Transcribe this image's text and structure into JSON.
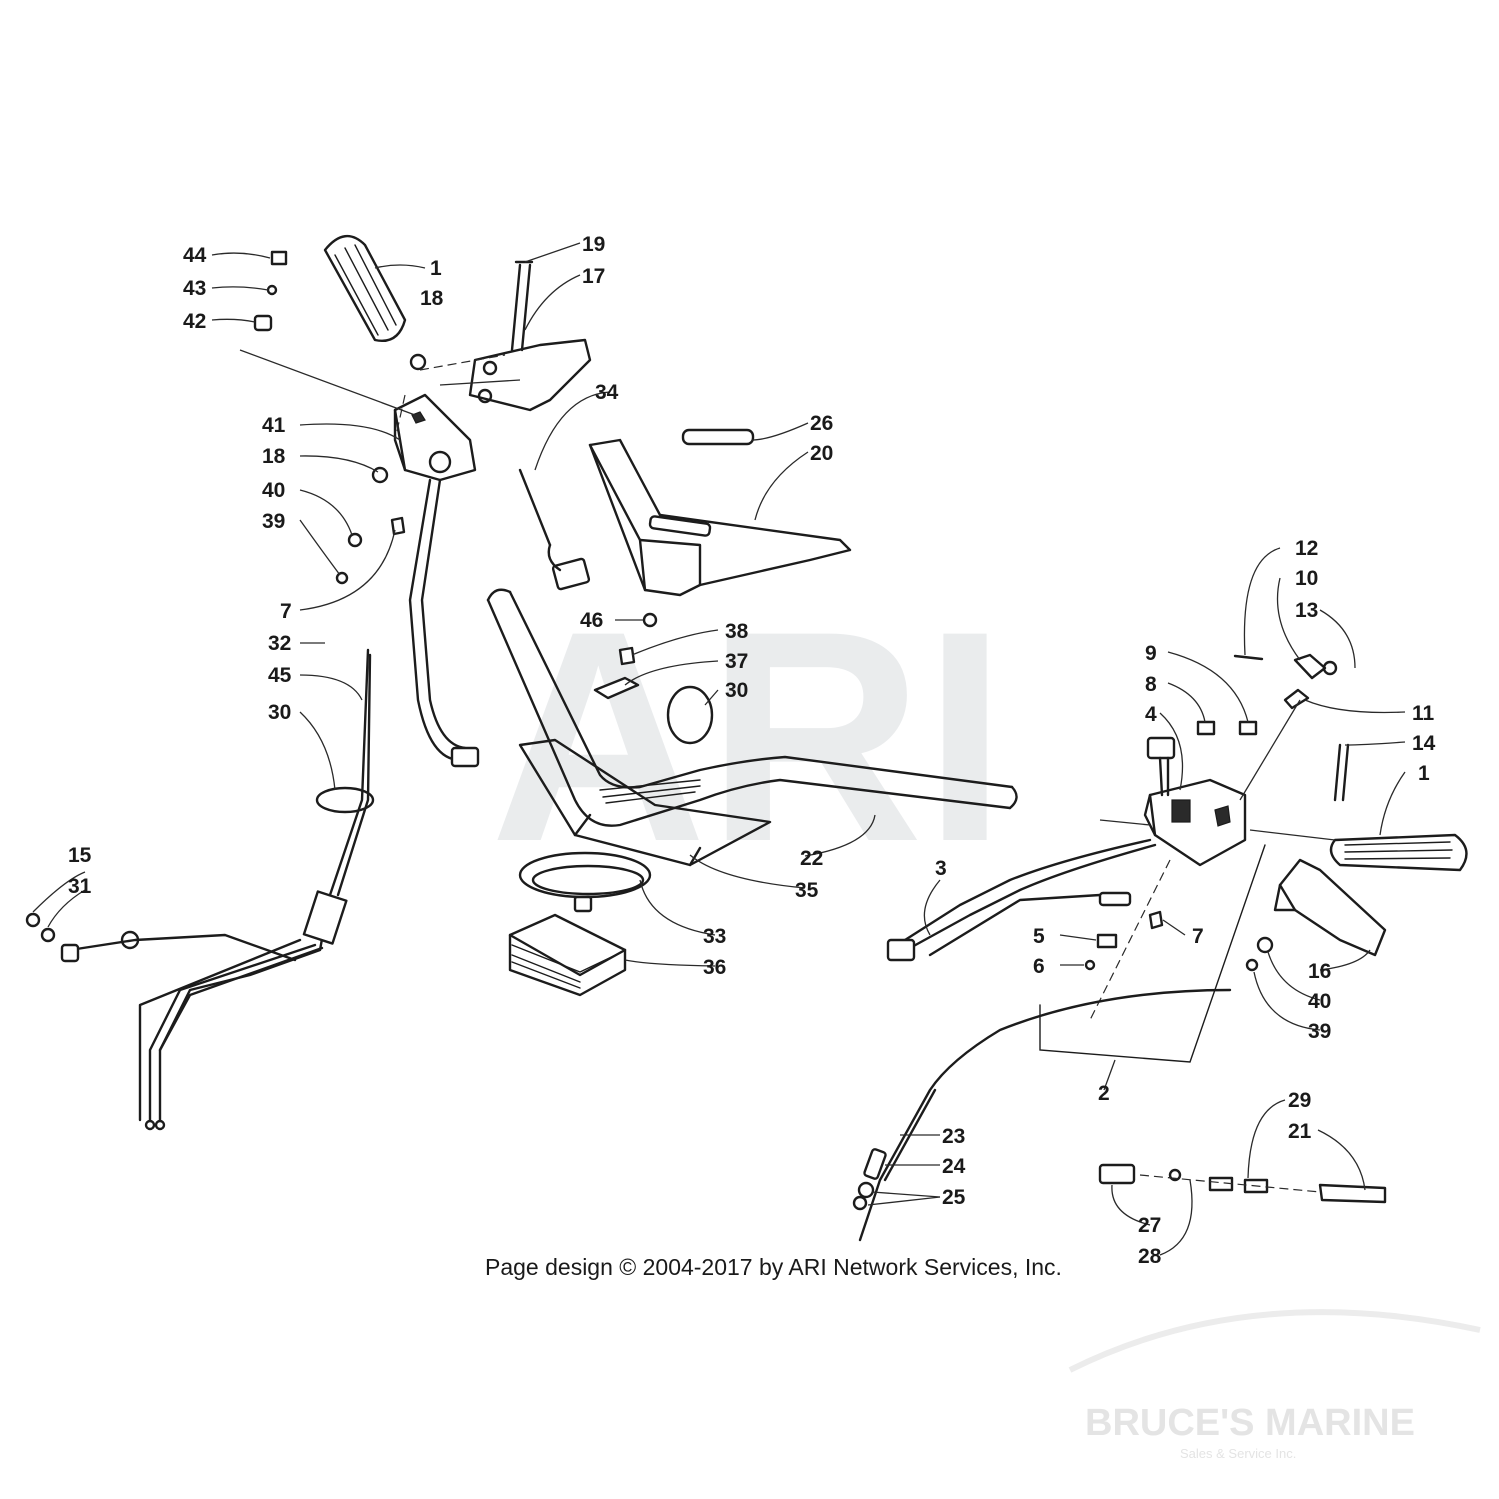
{
  "watermark": {
    "text": "ARI"
  },
  "copyright": "Page design © 2004-2017 by ARI Network Services, Inc.",
  "brand": {
    "name": "BRUCE'S MARINE",
    "tagline": "Sales & Service Inc."
  },
  "callouts": {
    "c44": "44",
    "c43": "43",
    "c42": "42",
    "c1a": "1",
    "c18a": "18",
    "c19": "19",
    "c17": "17",
    "c41": "41",
    "c18b": "18",
    "c40a": "40",
    "c39a": "39",
    "c7a": "7",
    "c34": "34",
    "c26": "26",
    "c20": "20",
    "c32": "32",
    "c45": "45",
    "c30a": "30",
    "c46": "46",
    "c38": "38",
    "c37": "37",
    "c30b": "30",
    "c12": "12",
    "c10": "10",
    "c13": "13",
    "c11": "11",
    "c9": "9",
    "c8": "8",
    "c4": "4",
    "c14": "14",
    "c1b": "1",
    "c15": "15",
    "c31": "31",
    "c3": "3",
    "c22": "22",
    "c35": "35",
    "c33": "33",
    "c36": "36",
    "c5": "5",
    "c6": "6",
    "c7b": "7",
    "c16": "16",
    "c40b": "40",
    "c39b": "39",
    "c2": "2",
    "c23": "23",
    "c24": "24",
    "c25": "25",
    "c29": "29",
    "c21": "21",
    "c27": "27",
    "c28": "28"
  },
  "colors": {
    "ink": "#1c1c1c",
    "watermark": "#d9dde0",
    "brand": "#e4e4e4"
  }
}
